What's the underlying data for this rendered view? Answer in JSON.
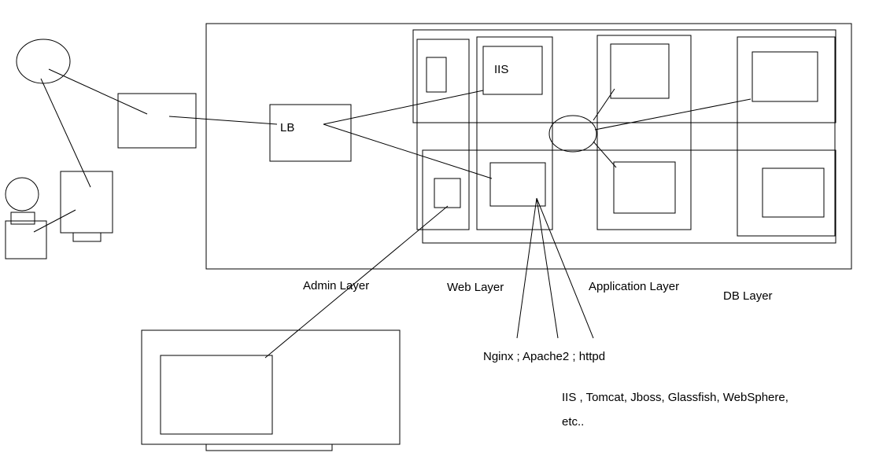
{
  "labels": {
    "lb": "LB",
    "iis": "IIS",
    "admin_layer": "Admin Layer",
    "web_layer": "Web Layer",
    "application_layer": "Application Layer",
    "db_layer": "DB Layer",
    "web_servers": "Nginx ; Apache2  ; httpd",
    "app_servers_line1": "IIS , Tomcat, Jboss, Glassfish, WebSphere,",
    "app_servers_line2": "etc.."
  }
}
